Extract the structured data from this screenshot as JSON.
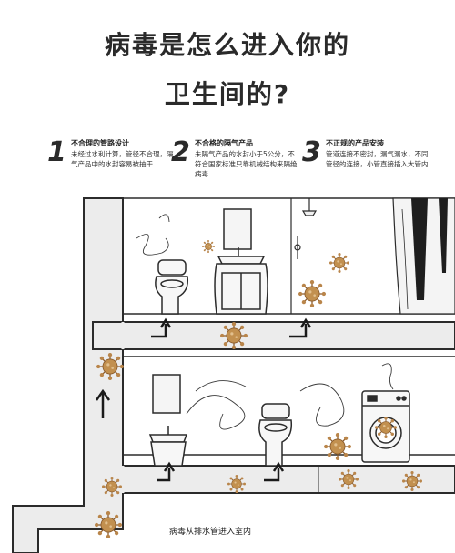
{
  "title": {
    "line1": "病毒是怎么进入你的",
    "line2": "卫生间的?"
  },
  "reasons": [
    {
      "num": "1",
      "title": "不合理的管路设计",
      "desc": "未经过水利计算，管径不合理，隔气产品中的水封容易被抽干"
    },
    {
      "num": "2",
      "title": "不合格的隔气产品",
      "desc": "未隔气产品的水封小于5公分，不符合国家标准只靠机械结构来隔绝病毒"
    },
    {
      "num": "3",
      "title": "不正规的产品安装",
      "desc": "管道连接不密封，漏气漏水，不同管径的连接，小管直接插入大管内"
    }
  ],
  "caption": "病毒从排水管进入室内",
  "colors": {
    "line": "#2b2b2b",
    "pipe_fill": "#ececec",
    "virus": "#b9854a",
    "virus_dark": "#8a5a2a"
  }
}
